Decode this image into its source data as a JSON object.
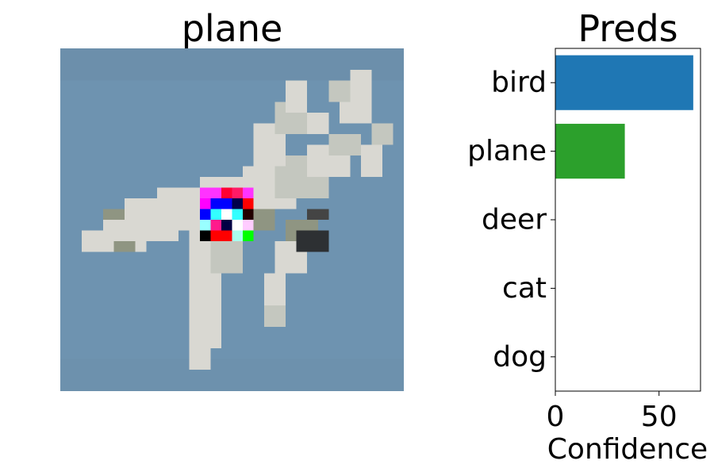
{
  "image_panel": {
    "title": "plane",
    "background": "#6e93b0",
    "plane_color": "#d9d8d2",
    "shadow_color": "#8f9582"
  },
  "chart_data": {
    "type": "bar",
    "orientation": "horizontal",
    "title": "Preds",
    "xlabel": "Confidence",
    "ylabel": "",
    "categories": [
      "bird",
      "plane",
      "deer",
      "cat",
      "dog"
    ],
    "values": [
      66.5,
      33.5,
      0,
      0,
      0
    ],
    "colors": [
      "#1f77b4",
      "#2ca02c",
      "#1f77b4",
      "#1f77b4",
      "#1f77b4"
    ],
    "xlim": [
      0,
      70
    ],
    "xticks": [
      0,
      50
    ],
    "grid": false
  }
}
